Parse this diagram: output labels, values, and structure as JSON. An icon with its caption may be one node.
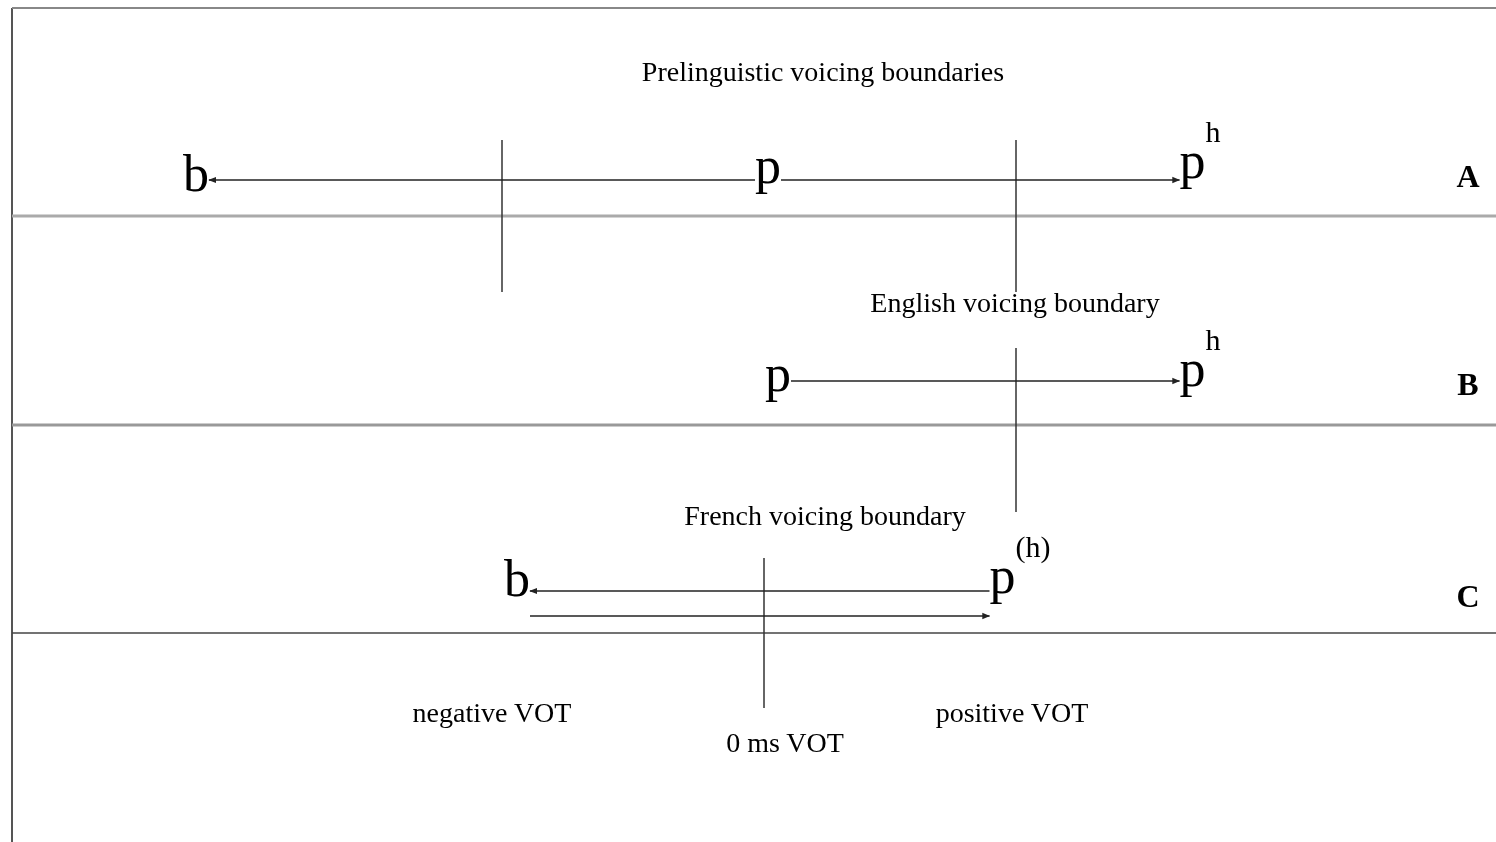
{
  "diagram": {
    "nodes": [
      {
        "text": [
          "b"
        ]
      },
      {
        "text": [
          "p"
        ]
      },
      {
        "text": [
          "p$^{h}$"
        ]
      },
      {
        "text": [
          "p"
        ]
      },
      {
        "text": [
          "p$^{h}$"
        ]
      },
      {
        "text": [
          "b"
        ]
      },
      {
        "text": [
          "p$^{(h)}$"
        ]
      }
    ],
    "edges": [
      {
        "from": 1,
        "to": 0,
        "arrow": "to"
      },
      {
        "from": 1,
        "to": 2,
        "arrow": "to"
      },
      {
        "from": 3,
        "to": 4,
        "arrow": "to"
      },
      {
        "from": 6,
        "to": 5,
        "arrow": "to"
      },
      {
        "from": 5,
        "to": 6,
        "arrow": "to"
      }
    ],
    "labels": [
      "Prelinguistic voicing boundaries",
      "A",
      "English voicing boundary",
      "B",
      "French voicing boundary",
      "C",
      "negative VOT",
      "positive VOT",
      "0 ms VOT"
    ]
  }
}
